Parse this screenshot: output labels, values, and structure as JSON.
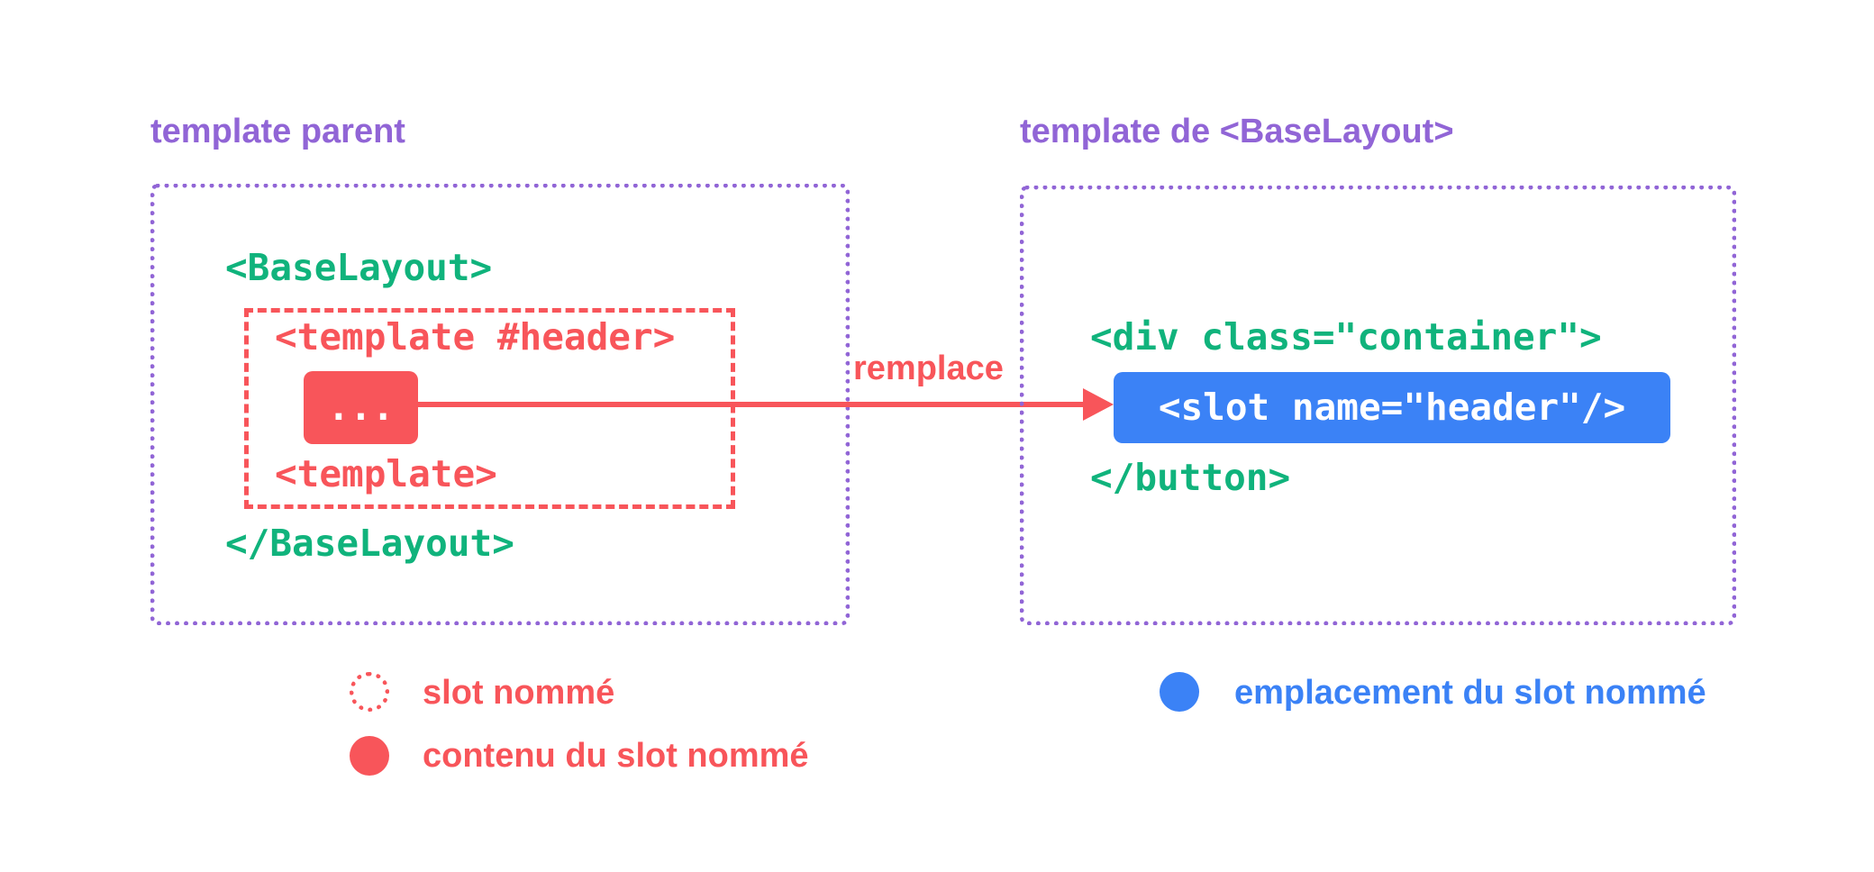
{
  "left_panel": {
    "title": "template parent",
    "open_tag": "<BaseLayout>",
    "slot_open": "<template #header>",
    "slot_content": "...",
    "slot_close": "<template>",
    "close_tag": "</BaseLayout>"
  },
  "right_panel": {
    "title": "template de <BaseLayout>",
    "open_tag": "<div class=\"container\">",
    "slot_outlet": "<slot name=\"header\"/>",
    "close_tag": "</button>"
  },
  "arrow": {
    "label": "remplace"
  },
  "legend": {
    "named_slot": "slot nommé",
    "named_slot_content": "contenu du slot nommé",
    "named_slot_outlet": "emplacement du slot nommé"
  },
  "colors": {
    "purple": "#9165d6",
    "green": "#10b37c",
    "red": "#f8555a",
    "blue": "#3b82f6"
  },
  "icons": {
    "named_slot": "dotted-circle-icon",
    "named_slot_content": "filled-red-circle-icon",
    "named_slot_outlet": "filled-blue-circle-icon"
  }
}
